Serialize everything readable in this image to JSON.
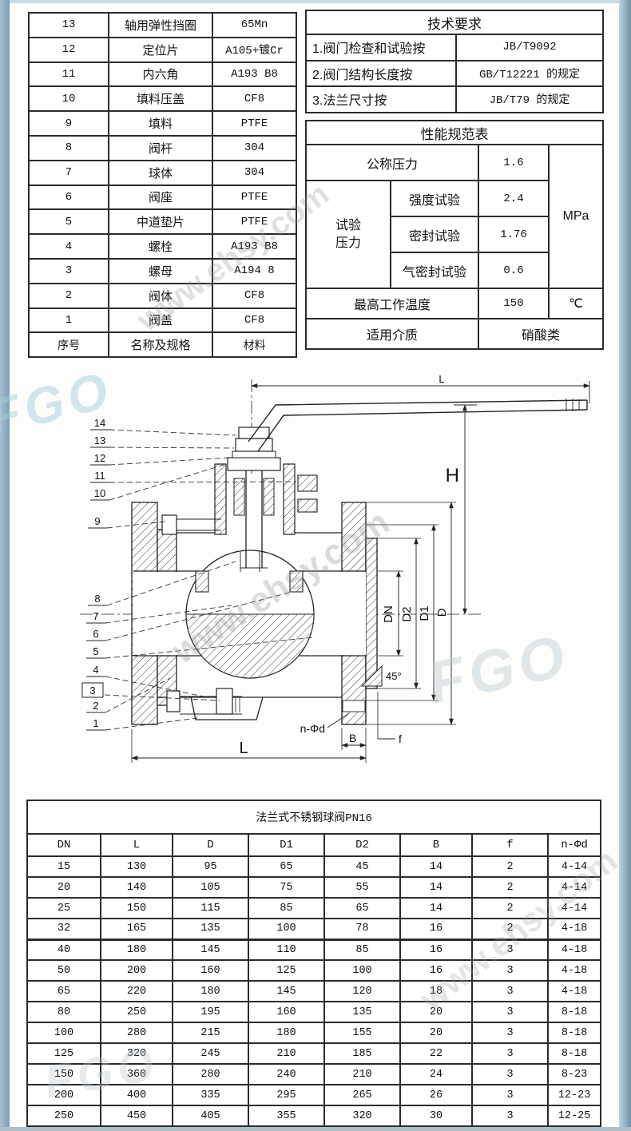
{
  "parts_table": {
    "rows": [
      [
        "13",
        "轴用弹性挡圈",
        "65Mn"
      ],
      [
        "12",
        "定位片",
        "A105+镀Cr"
      ],
      [
        "11",
        "内六角",
        "A193 B8"
      ],
      [
        "10",
        "填料压盖",
        "CF8"
      ],
      [
        "9",
        "填料",
        "PTFE"
      ],
      [
        "8",
        "阀杆",
        "304"
      ],
      [
        "7",
        "球体",
        "304"
      ],
      [
        "6",
        "阀座",
        "PTFE"
      ],
      [
        "5",
        "中道垫片",
        "PTFE"
      ],
      [
        "4",
        "螺栓",
        "A193 B8"
      ],
      [
        "3",
        "螺母",
        "A194 8"
      ],
      [
        "2",
        "阀体",
        "CF8"
      ],
      [
        "1",
        "阀盖",
        "CF8"
      ]
    ],
    "footer": [
      "序号",
      "名称及规格",
      "材料"
    ]
  },
  "tech_table": {
    "title": "技术要求",
    "rows": [
      [
        "1.阀门检查和试验按",
        "JB/T9092"
      ],
      [
        "2.阀门结构长度按",
        "GB/T12221 的规定"
      ],
      [
        "3.法兰尺寸按",
        "JB/T79 的规定"
      ]
    ]
  },
  "perf_table": {
    "title": "性能规范表",
    "nominal_pressure_label": "公称压力",
    "nominal_pressure_value": "1.6",
    "test_pressure_label": "试验压力",
    "tests": [
      [
        "强度试验",
        "2.4"
      ],
      [
        "密封试验",
        "1.76"
      ],
      [
        "气密封试验",
        "0.6"
      ]
    ],
    "pressure_unit": "MPa",
    "max_temp_label": "最高工作温度",
    "max_temp_value": "150",
    "temp_unit": "℃",
    "medium_label": "适用介质",
    "medium_value": "硝酸类"
  },
  "drawing": {
    "callouts": [
      "1",
      "2",
      "3",
      "4",
      "5",
      "6",
      "7",
      "8",
      "9",
      "10",
      "11",
      "12",
      "13",
      "14"
    ],
    "labels": {
      "top_length": "L",
      "height": "H",
      "dn": "DN",
      "d2": "D2",
      "d1": "D1",
      "d": "D",
      "angle": "45°",
      "bolt_holes": "n-Φd",
      "b": "B",
      "f": "f",
      "bottom_length": "L"
    }
  },
  "dims_table": {
    "title": "法兰式不锈钢球阀PN16",
    "headers": [
      "DN",
      "L",
      "D",
      "D1",
      "D2",
      "B",
      "f",
      "n-Φd"
    ],
    "rows": [
      [
        "15",
        "130",
        "95",
        "65",
        "45",
        "14",
        "2",
        "4-14"
      ],
      [
        "20",
        "140",
        "105",
        "75",
        "55",
        "14",
        "2",
        "4-14"
      ],
      [
        "25",
        "150",
        "115",
        "85",
        "65",
        "14",
        "2",
        "4-14"
      ],
      [
        "32",
        "165",
        "135",
        "100",
        "78",
        "16",
        "2",
        "4-18"
      ],
      [
        "40",
        "180",
        "145",
        "110",
        "85",
        "16",
        "3",
        "4-18"
      ],
      [
        "50",
        "200",
        "160",
        "125",
        "100",
        "16",
        "3",
        "4-18"
      ],
      [
        "65",
        "220",
        "180",
        "145",
        "120",
        "18",
        "3",
        "4-18"
      ],
      [
        "80",
        "250",
        "195",
        "160",
        "135",
        "20",
        "3",
        "8-18"
      ],
      [
        "100",
        "280",
        "215",
        "180",
        "155",
        "20",
        "3",
        "8-18"
      ],
      [
        "125",
        "320",
        "245",
        "210",
        "185",
        "22",
        "3",
        "8-18"
      ],
      [
        "150",
        "360",
        "280",
        "240",
        "210",
        "24",
        "3",
        "8-23"
      ],
      [
        "200",
        "400",
        "335",
        "295",
        "265",
        "26",
        "3",
        "12-23"
      ],
      [
        "250",
        "450",
        "405",
        "355",
        "320",
        "30",
        "3",
        "12-25"
      ]
    ]
  },
  "watermarks": {
    "logo": "FGO",
    "site": "www.ehsy.com"
  }
}
